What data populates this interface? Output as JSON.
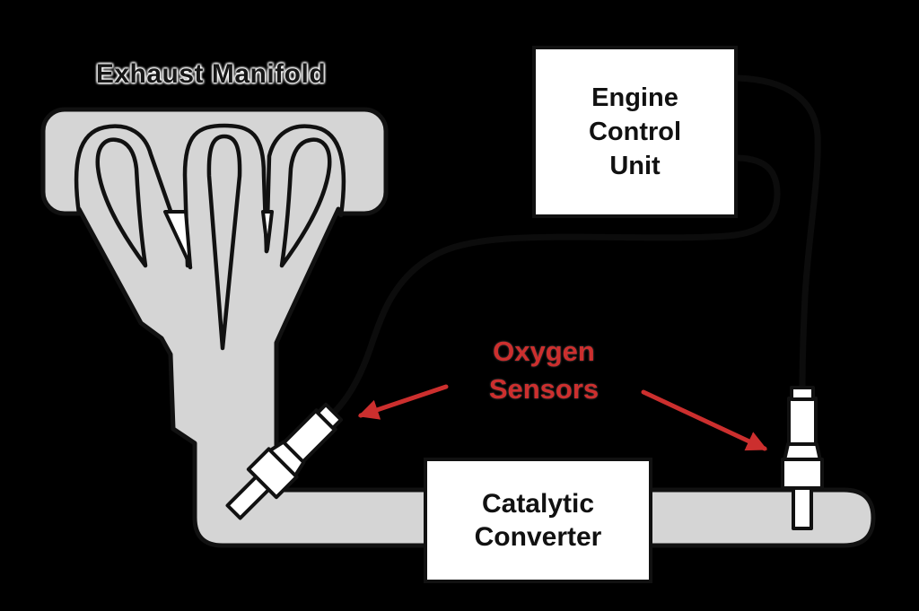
{
  "labels": {
    "exhaust_manifold": "Exhaust Manifold",
    "oxygen_sensors": {
      "line1": "Oxygen",
      "line2": "Sensors"
    },
    "engine_control_unit": {
      "line1": "Engine",
      "line2": "Control",
      "line3": "Unit"
    },
    "catalytic_converter": {
      "line1": "Catalytic",
      "line2": "Converter"
    }
  },
  "colors": {
    "background": "#000000",
    "component_fill": "#d5d5d5",
    "outline": "#111111",
    "wire": "#0c0c0c",
    "box_background": "#ffffff",
    "label_text": "#111111",
    "accent_red": "#cc2f2e"
  },
  "components": [
    "exhaust-manifold",
    "exhaust-pipe",
    "upstream-oxygen-sensor",
    "downstream-oxygen-sensor",
    "engine-control-unit",
    "catalytic-converter"
  ]
}
